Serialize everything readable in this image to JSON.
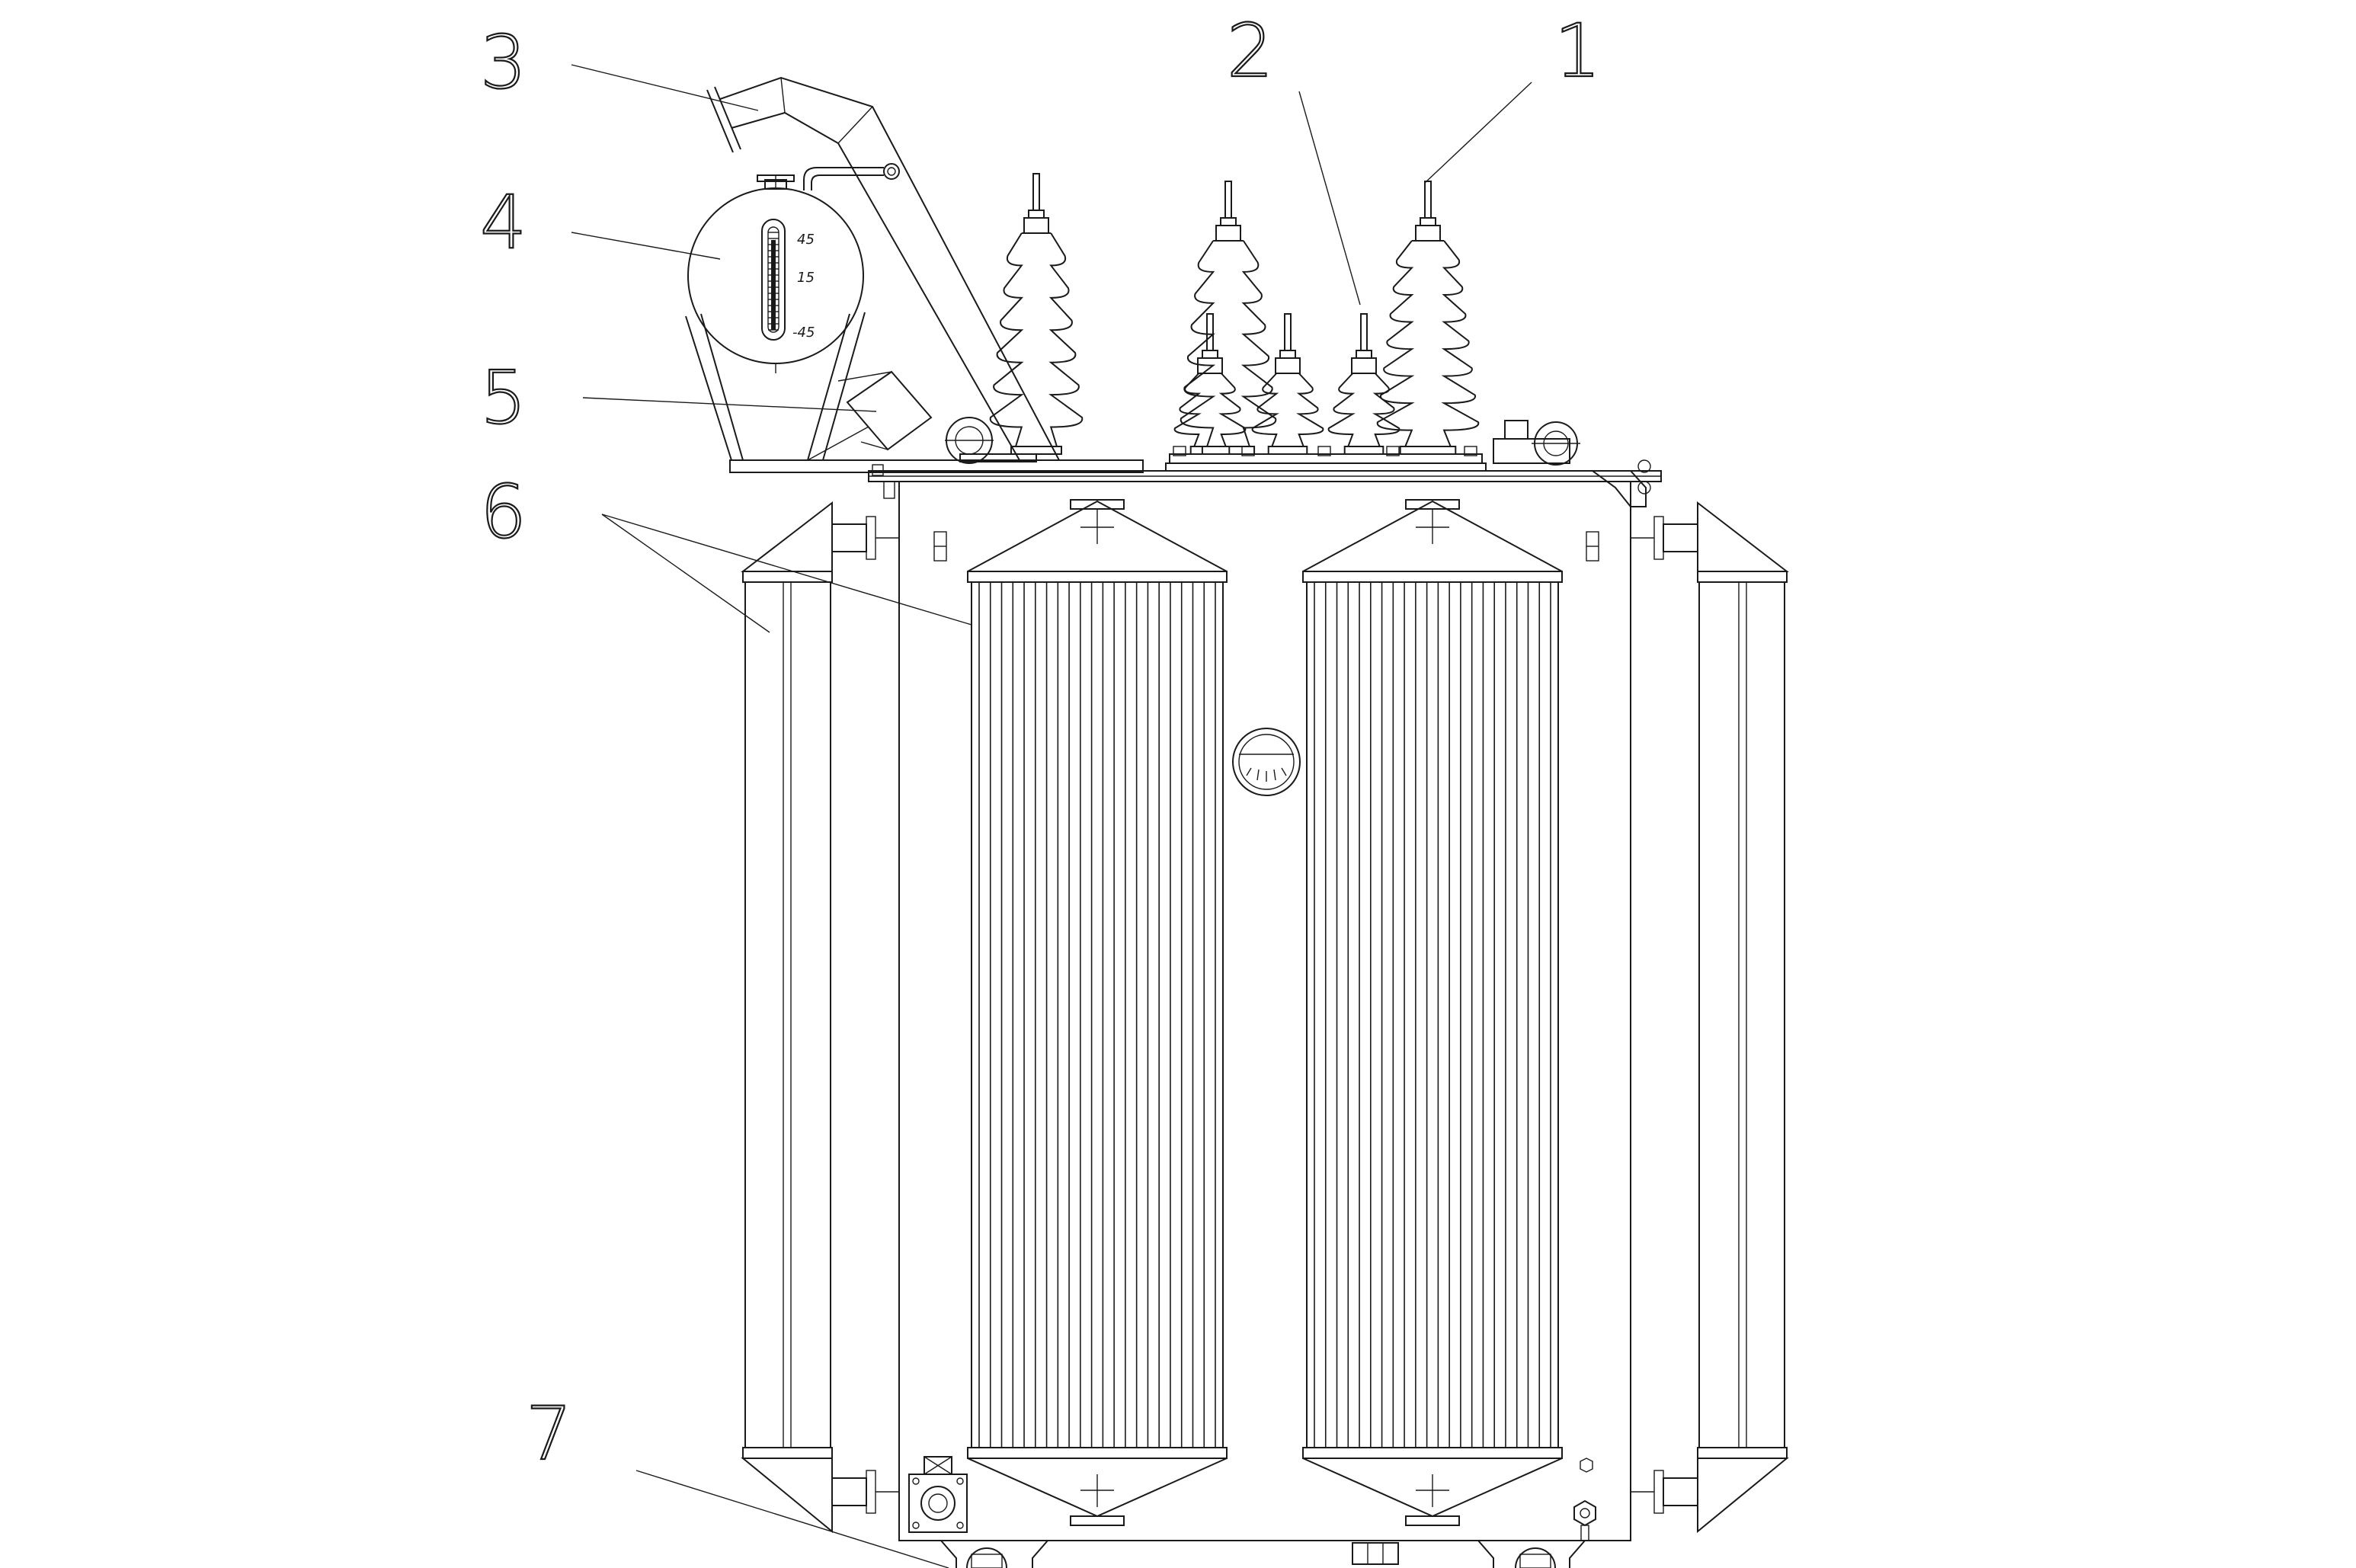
{
  "callouts": [
    {
      "id": "1",
      "label": "1"
    },
    {
      "id": "2",
      "label": "2"
    },
    {
      "id": "3",
      "label": "3"
    },
    {
      "id": "4",
      "label": "4"
    },
    {
      "id": "5",
      "label": "5"
    },
    {
      "id": "6",
      "label": "6"
    },
    {
      "id": "7",
      "label": "7"
    }
  ],
  "conservator_scale": {
    "top": "45",
    "middle": "15",
    "bottom": "-45"
  },
  "colors": {
    "line": "#1a1a1a",
    "background": "#ffffff"
  }
}
